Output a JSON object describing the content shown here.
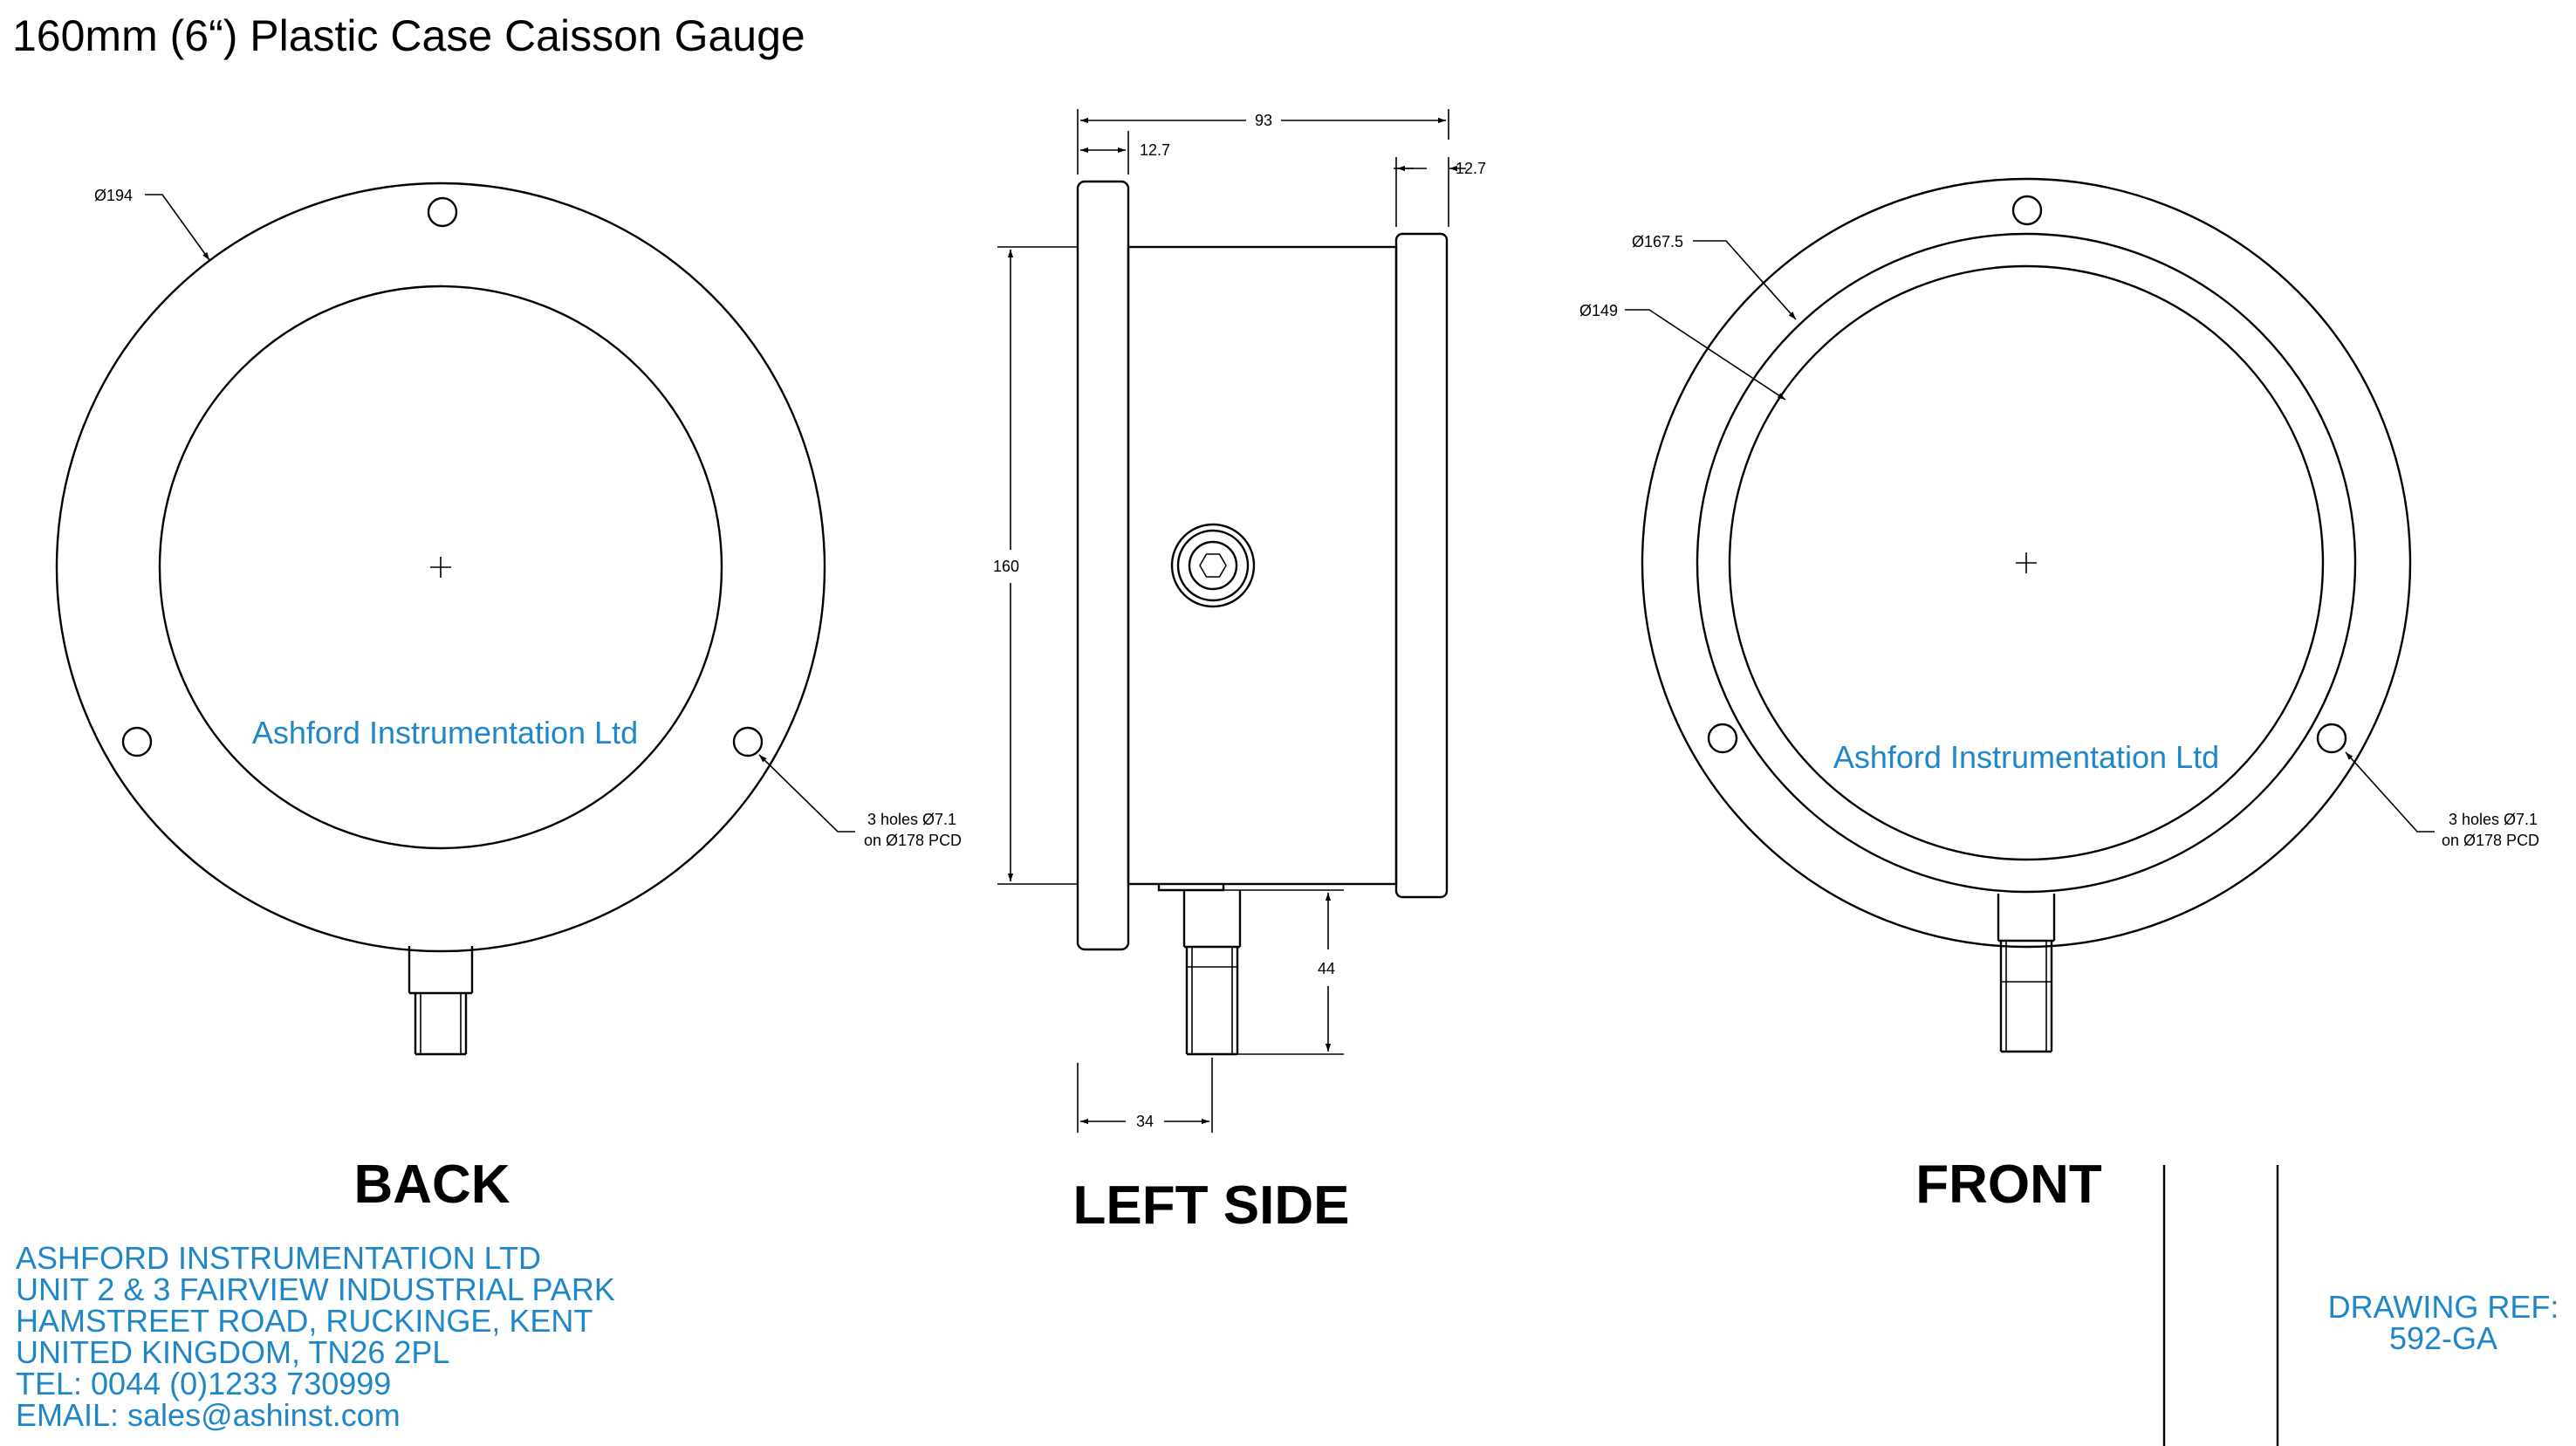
{
  "title": "160mm (6“) Plastic Case Caisson Gauge",
  "views": {
    "back": "BACK",
    "left": "LEFT SIDE",
    "front": "FRONT"
  },
  "brand_watermark": "Ashford Instrumentation Ltd",
  "dimensions": {
    "back_outer_dia": "Ø194",
    "holes_line1": "3 holes Ø7.1",
    "holes_line2": "on Ø178 PCD",
    "overall_depth": "93",
    "flange_thickness_left": "12.7",
    "bezel_thickness_right": "12.7",
    "case_height": "160",
    "stem_length": "44",
    "stem_offset": "34",
    "front_dia_a": "Ø167.5",
    "front_dia_b": "Ø149"
  },
  "address": [
    "ASHFORD INSTRUMENTATION LTD",
    "UNIT 2 & 3 FAIRVIEW INDUSTRIAL PARK",
    "HAMSTREET ROAD, RUCKINGE, KENT",
    "UNITED KINGDOM, TN26 2PL",
    "TEL: 0044 (0)1233 730999",
    "EMAIL: sales@ashinst.com"
  ],
  "drawing_ref_label": "DRAWING REF:",
  "drawing_ref_value": "592-GA",
  "colors": {
    "ink": "#000000",
    "brand": "#1f86c7"
  }
}
